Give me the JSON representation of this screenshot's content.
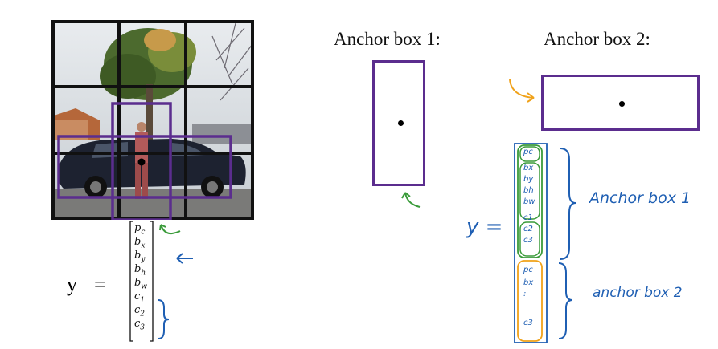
{
  "colors": {
    "grid_line": "#111111",
    "anchor_box": "#5b2d8e",
    "ink_blue": "#1f5fb3",
    "ink_green": "#3a9b3a",
    "ink_orange": "#f0a21a"
  },
  "left": {
    "y_label": "y",
    "equals": "=",
    "vector_items": [
      "p_c",
      "b_x",
      "b_y",
      "b_h",
      "b_w",
      "c_1",
      "c_2",
      "c_3"
    ]
  },
  "anchor_box_1": {
    "title": "Anchor box 1:"
  },
  "anchor_box_2": {
    "title": "Anchor box 2:"
  },
  "right": {
    "y_label": "y =",
    "group1_items": [
      "pc",
      "bx",
      "by",
      "bh",
      "bw",
      "c1",
      "c2",
      "c3"
    ],
    "group2_items": [
      "pc",
      "bx",
      ":",
      "c3"
    ],
    "label_group1": "Anchor box 1",
    "label_group2": "anchor box 2"
  }
}
